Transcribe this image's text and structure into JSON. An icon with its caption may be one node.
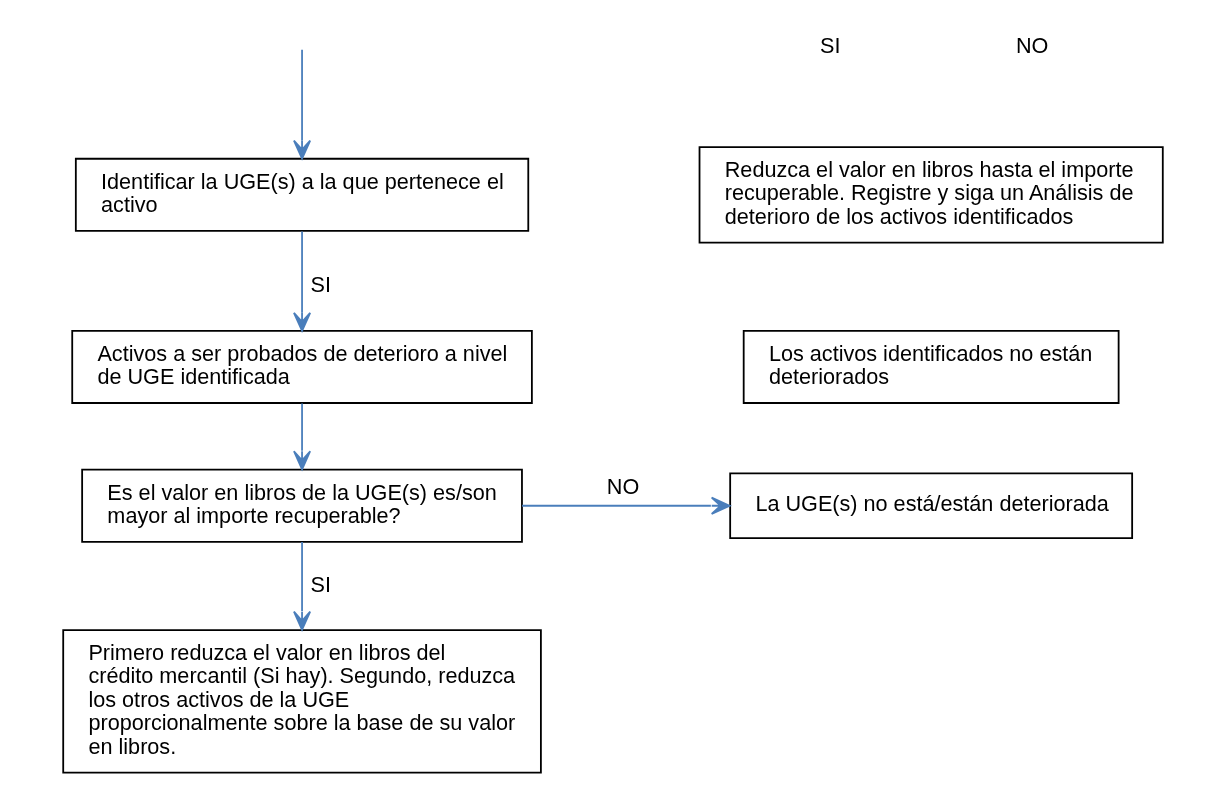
{
  "diagram": {
    "nodes": [
      {
        "text": [
          "Reduzca el valor en libros hasta el importe recuperable. Registre y siga un Análisis de deterioro de los activos identificados"
        ]
      },
      {
        "text": [
          "Identificar la UGE(s) a la que pertenece el activo"
        ]
      },
      {
        "text": [
          "Los activos identificados no están deteriorados"
        ]
      },
      {
        "text": [
          "Activos a ser probados de deterioro a nivel de UGE identificada"
        ]
      },
      {
        "text": [
          "La UGE(s) no está/están deteriorada"
        ]
      },
      {
        "text": [
          "Es el valor en libros de la UGE(s) es/son mayor al importe recuperable?"
        ]
      },
      {
        "text": [
          "Primero reduzca el valor en libros del crédito mercantil (Si hay). Segundo, reduzca los otros activos de la UGE proporcionalmente sobre la base de su valor en libros."
        ]
      }
    ],
    "edges": [
      {
        "from": null,
        "to": 1,
        "arrow": "to"
      },
      {
        "from": 1,
        "to": 3,
        "arrow": "to",
        "label": "SI"
      },
      {
        "from": 3,
        "to": 5,
        "arrow": "to"
      },
      {
        "from": 5,
        "to": 4,
        "arrow": "to",
        "label": "NO"
      },
      {
        "from": 5,
        "to": 6,
        "arrow": "to",
        "label": "SI"
      }
    ],
    "labels": [
      "SI",
      "NO"
    ]
  }
}
